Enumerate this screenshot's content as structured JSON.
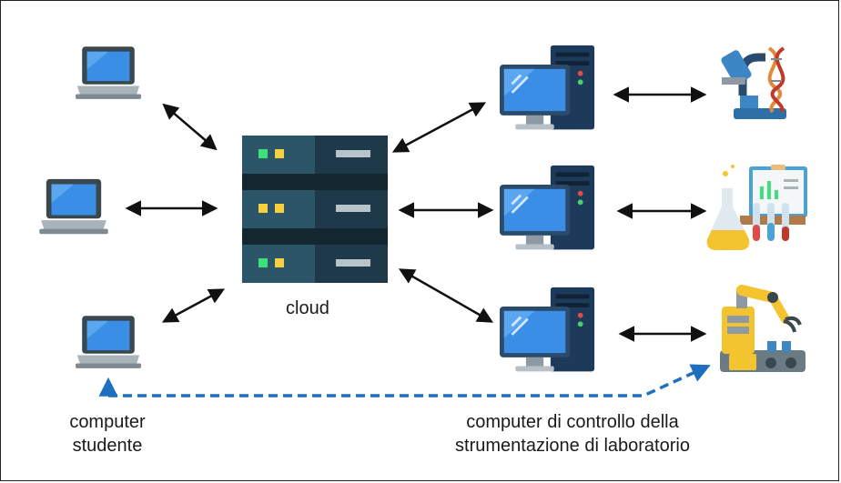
{
  "labels": {
    "cloud": "cloud",
    "student_line1": "computer",
    "student_line2": "studente",
    "lab_line1": "computer di controllo della",
    "lab_line2": "strumentazione di laboratorio"
  },
  "icons": {
    "student_computers": "laptop-icon",
    "cloud_server": "server-rack-icon",
    "lab_computers": "desktop-computer-icon",
    "instruments": [
      "microscope-dna-icon",
      "chemistry-lab-icon",
      "industrial-robot-arm-icon"
    ]
  },
  "colors": {
    "dashed_connection": "#1f6fc1",
    "arrow": "#111111",
    "screen_blue": "#3a8ee6",
    "server_dark": "#1e3a4a",
    "server_mid": "#2c5568"
  }
}
